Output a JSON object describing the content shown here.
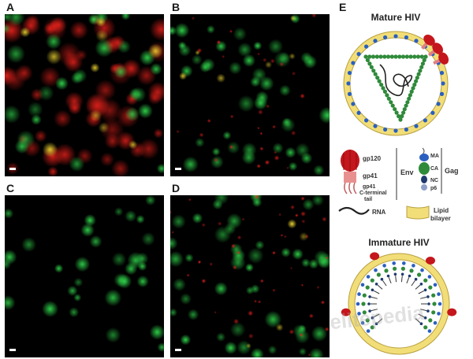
{
  "panels": {
    "a": {
      "label": "A"
    },
    "b": {
      "label": "B"
    },
    "c": {
      "label": "C"
    },
    "d": {
      "label": "D"
    },
    "e": {
      "label": "E"
    }
  },
  "diagram": {
    "mature_title": "Mature HIV",
    "immature_title": "Immature HIV",
    "legend": {
      "gp120": "gp120",
      "gp41": "gp41",
      "gp41_tail_1": "gp41",
      "gp41_tail_2": "C-terminal",
      "gp41_tail_3": "tail",
      "env": "Env",
      "gag": "Gag",
      "ma": "MA",
      "ca": "CA",
      "nc": "NC",
      "p6": "p6",
      "rna": "RNA",
      "lipid_1": "Lipid",
      "lipid_2": "bilayer"
    }
  },
  "watermark": "elitepedia",
  "colors": {
    "green_spot": "#2fd24a",
    "red_spot": "#e0201a",
    "yellow_spot": "#e8d030",
    "lipid": "#f2de78",
    "env_red": "#c4161c",
    "ma_blue": "#2a5fbf",
    "ca_green": "#2f8a3a"
  }
}
